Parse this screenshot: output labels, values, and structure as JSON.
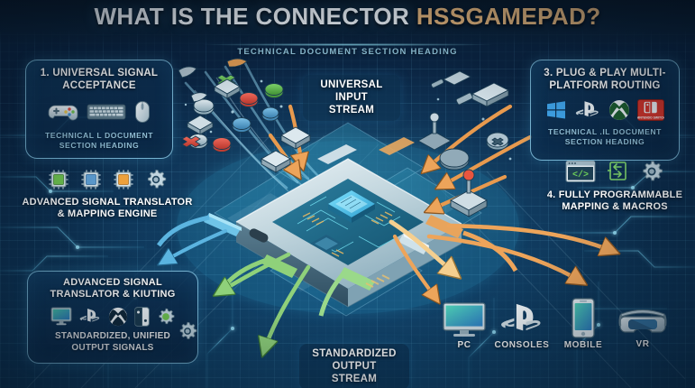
{
  "header": {
    "title_main": "WHAT IS THE CONNECTOR",
    "title_accent": "HSSGAMEPAD?",
    "subtitle": "TECHNICAL DOCUMENT SECTION HEADING",
    "accent_color": "#e9b87c",
    "title_color": "#f2f7fb"
  },
  "theme": {
    "bg_deep": "#0a1b2e",
    "bg_mid": "#124064",
    "panel_border": "#94d7f5",
    "panel_fill": "#0c2c4c",
    "cyan_glow": "#8fe4ff",
    "input_arrow": "#e89a4e",
    "output_arrow_orange": "#eda45a",
    "output_arrow_green": "#8fd17a",
    "output_arrow_blue": "#5bb4e0",
    "output_arrow_cream": "#f5cf8f"
  },
  "panels": {
    "panel1": {
      "title": "1. UNIVERSAL SIGNAL ACCEPTANCE",
      "subtitle": "TECHNICAL L DOCUMENT SECTION HEADING",
      "icons": [
        "gamepad-icon",
        "keyboard-icon",
        "mouse-icon"
      ]
    },
    "panel3": {
      "title": "3. PLUG & PLAY MULTI-PLATFORM ROUTING",
      "subtitle": "TECHNICAL .IL DOCUMENT SECTION HEADING",
      "icons": [
        "windows-logo-icon",
        "playstation-logo-icon",
        "xbox-logo-icon",
        "nintendo-switch-logo-icon"
      ]
    },
    "panel_bottom_left": {
      "title": "ADVANCED SIGNAL TRANSLATOR & KIUTING",
      "subtitle": "STANDARDIZED, UNIFIED OUTPUT SIGNALS",
      "icons": [
        "monitor-icon",
        "playstation-logo-icon",
        "xbox-logo-icon",
        "nintendo-switch-logo-icon",
        "gear-green-icon",
        "gear-icon"
      ]
    }
  },
  "groups": {
    "engine": {
      "label": "ADVANCED SIGNAL TRANSLATOR & MAPPING ENGINE",
      "icons": [
        "chip-green-icon",
        "chip-blue-icon",
        "chip-orange-icon",
        "gear-icon"
      ]
    },
    "programmable": {
      "label": "4. FULLY PROGRAMMABLE MAPPING & MACROS",
      "icons": [
        "code-window-icon",
        "remap-arrows-icon",
        "gear-icon"
      ]
    }
  },
  "streams": {
    "input": "UNIVERSAL INPUT STREAM",
    "output": "STANDARDIZED OUTPUT STREAM"
  },
  "devices": [
    {
      "label": "PC",
      "icon": "monitor-icon"
    },
    {
      "label": "CONSOLES",
      "icon": "playstation-logo-icon"
    },
    {
      "label": "MOBILE",
      "icon": "smartphone-icon"
    },
    {
      "label": "VR",
      "icon": "vr-headset-icon"
    }
  ]
}
